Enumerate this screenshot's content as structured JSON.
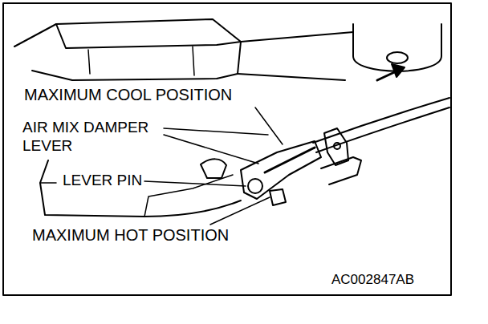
{
  "diagram": {
    "labels": [
      "MAXIMUM COOL POSITION",
      "AIR MIX DAMPER LEVER",
      "LEVER PIN",
      "MAXIMUM HOT POSITION",
      "AC002847AB"
    ]
  }
}
